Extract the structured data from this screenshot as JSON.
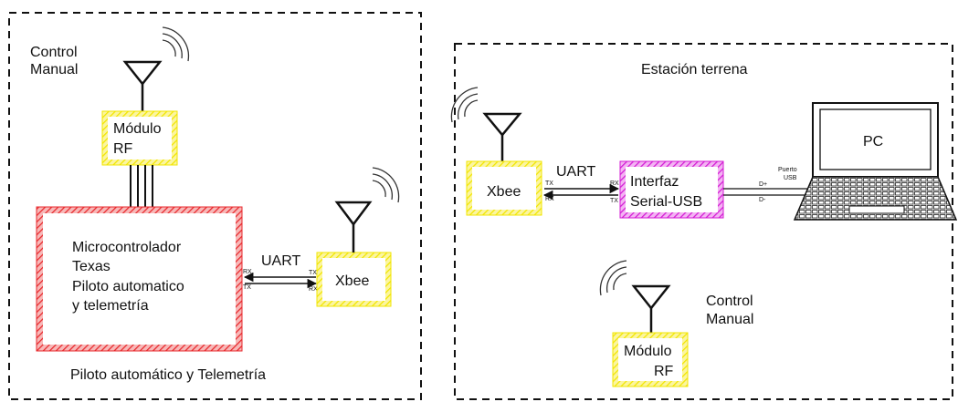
{
  "left_panel": {
    "caption": "Piloto automático y  Telemetría",
    "control_manual": [
      "Control",
      "Manual"
    ],
    "rf_module": [
      "Módulo",
      "RF"
    ],
    "mcu": [
      "Microcontrolador",
      "Texas",
      "Piloto automatico",
      "y telemetría"
    ],
    "link": {
      "label": "UART",
      "left_pins": [
        "RX",
        "TX"
      ],
      "right_pins": [
        "TX",
        "RX"
      ]
    },
    "xbee": "Xbee"
  },
  "right_panel": {
    "title": "Estación terrena",
    "xbee": "Xbee",
    "link": {
      "label": "UART",
      "left_pins": [
        "TX",
        "RX"
      ],
      "right_pins": [
        "RX",
        "TX"
      ]
    },
    "interface": [
      "Interfaz",
      "Serial-USB"
    ],
    "usb_label": [
      "Puerto",
      "USB"
    ],
    "usb_pins": [
      "D+",
      "D-"
    ],
    "pc": "PC",
    "control_manual": [
      "Control",
      "Manual"
    ],
    "rf_module": [
      "Módulo",
      "RF"
    ]
  },
  "colors": {
    "yellow_box": "#f2e600",
    "red_box": "#e8282c",
    "magenta_box": "#d41ad4",
    "line": "#111111"
  }
}
